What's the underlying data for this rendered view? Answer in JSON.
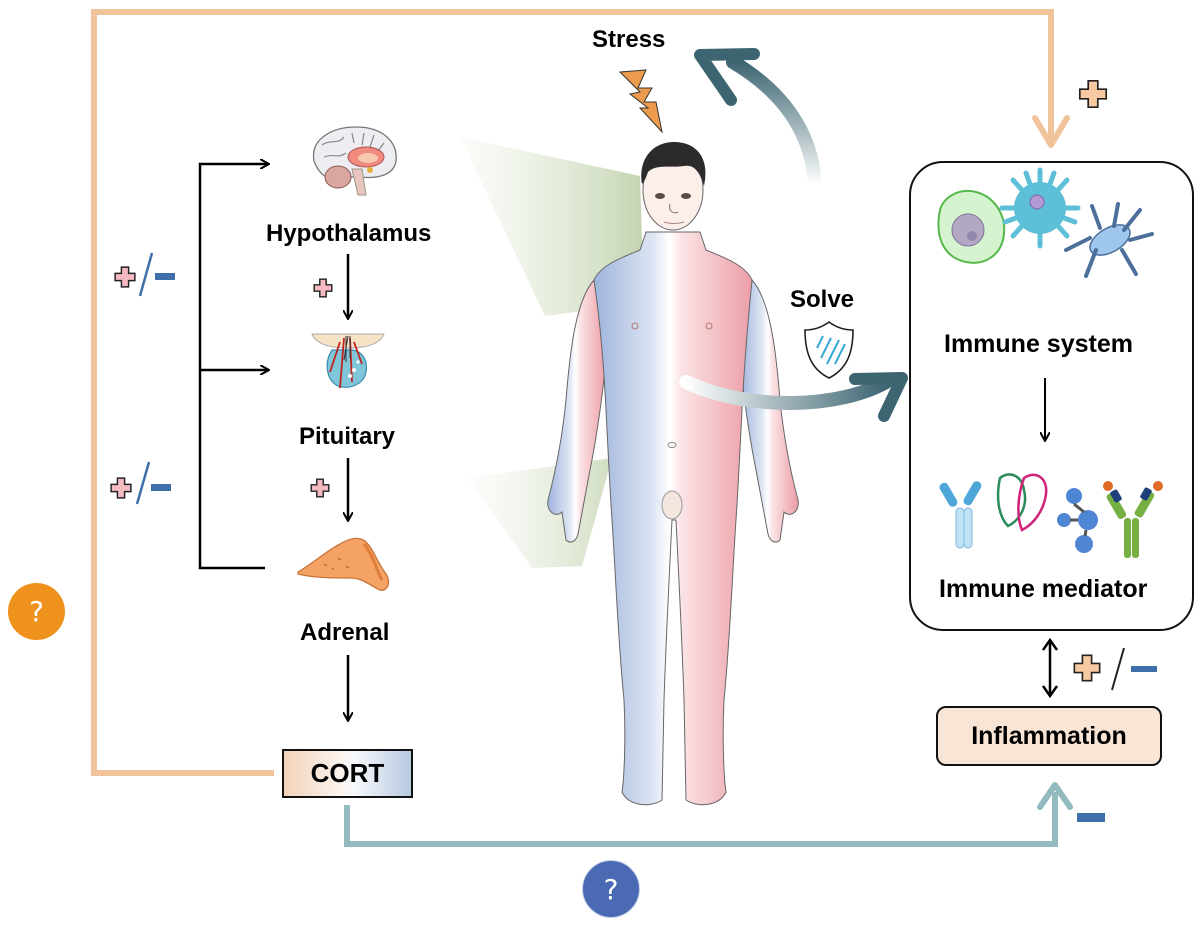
{
  "diagram": {
    "title": "Stress, HPA axis and immune system",
    "nodes": {
      "stress": "Stress",
      "hypothalamus": "Hypothalamus",
      "pituitary": "Pituitary",
      "adrenal": "Adrenal",
      "cort": "CORT",
      "solve": "Solve",
      "immune_system": "Immune system",
      "immune_mediator": "Immune mediator",
      "inflammation": "Inflammation"
    },
    "signs": {
      "plus": "+",
      "minus": "−",
      "slash": "/",
      "question": "?"
    },
    "edges": [
      {
        "from": "Hypothalamus",
        "to": "Pituitary",
        "effect": "+"
      },
      {
        "from": "Pituitary",
        "to": "Adrenal",
        "effect": "+"
      },
      {
        "from": "Adrenal",
        "to": "CORT",
        "effect": ""
      },
      {
        "from": "Adrenal",
        "to": "Hypothalamus",
        "effect": "+/−"
      },
      {
        "from": "Adrenal",
        "to": "Pituitary",
        "effect": "+/−"
      },
      {
        "from": "CORT",
        "to": "Immune system",
        "effect": "+",
        "uncertain": true
      },
      {
        "from": "CORT",
        "to": "Inflammation",
        "effect": "−",
        "uncertain": true
      },
      {
        "from": "Immune system",
        "to": "Immune mediator",
        "effect": ""
      },
      {
        "from": "Immune mediator",
        "to": "Inflammation",
        "effect": "+/−",
        "bidirectional": true
      },
      {
        "from": "Body",
        "to": "Immune system",
        "effect": "Solve"
      },
      {
        "from": "Body",
        "to": "Stress",
        "effect": ""
      }
    ],
    "colors": {
      "orange_path": "#f0c39a",
      "teal_path": "#93babf",
      "plus_pink": "#f4b9c1",
      "plus_orange": "#f6c9a0",
      "minus_blue": "#3f6fa9",
      "question_orange": "#ef921d",
      "question_blue": "#4a6ab3",
      "stress_bolt": "#ec9a4b",
      "dark_arrow": "#3d6571"
    }
  }
}
